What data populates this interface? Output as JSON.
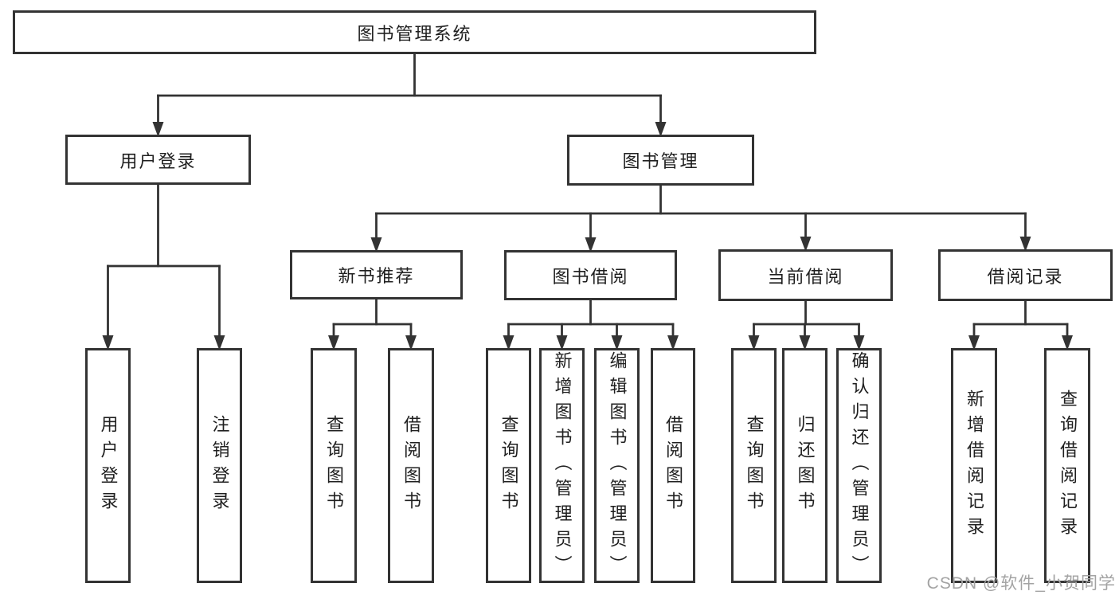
{
  "diagram_title": "图书管理系统",
  "nodes": [
    {
      "id": "root",
      "label": "图书管理系统",
      "level": 1
    },
    {
      "id": "user-login",
      "label": "用户登录",
      "level": 2
    },
    {
      "id": "book-mgmt",
      "label": "图书管理",
      "level": 2
    },
    {
      "id": "new-book",
      "label": "新书推荐",
      "level": 3
    },
    {
      "id": "book-borrow",
      "label": "图书借阅",
      "level": 3
    },
    {
      "id": "current-borrow",
      "label": "当前借阅",
      "level": 3
    },
    {
      "id": "borrow-record",
      "label": "借阅记录",
      "level": 3
    },
    {
      "id": "ul-login",
      "label": "用户登录",
      "level": 4
    },
    {
      "id": "ul-logout",
      "label": "注销登录",
      "level": 4
    },
    {
      "id": "nb-query",
      "label": "查询图书",
      "level": 4
    },
    {
      "id": "nb-borrow",
      "label": "借阅图书",
      "level": 4
    },
    {
      "id": "bb-query",
      "label": "查询图书",
      "level": 4
    },
    {
      "id": "bb-add",
      "label": "新增图书（管理员）",
      "level": 4
    },
    {
      "id": "bb-edit",
      "label": "编辑图书（管理员）",
      "level": 4
    },
    {
      "id": "bb-borrow",
      "label": "借阅图书",
      "level": 4
    },
    {
      "id": "cb-query",
      "label": "查询图书",
      "level": 4
    },
    {
      "id": "cb-return",
      "label": "归还图书",
      "level": 4
    },
    {
      "id": "cb-confirm",
      "label": "确认归还（管理员）",
      "level": 4
    },
    {
      "id": "br-add",
      "label": "新增借阅记录",
      "level": 4
    },
    {
      "id": "br-query",
      "label": "查询借阅记录",
      "level": 4
    }
  ],
  "edges": [
    {
      "from": "root",
      "to": [
        "user-login",
        "book-mgmt"
      ]
    },
    {
      "from": "user-login",
      "to": [
        "ul-login",
        "ul-logout"
      ]
    },
    {
      "from": "book-mgmt",
      "to": [
        "new-book",
        "book-borrow",
        "current-borrow",
        "borrow-record"
      ]
    },
    {
      "from": "new-book",
      "to": [
        "nb-query",
        "nb-borrow"
      ]
    },
    {
      "from": "book-borrow",
      "to": [
        "bb-query",
        "bb-add",
        "bb-edit",
        "bb-borrow"
      ]
    },
    {
      "from": "current-borrow",
      "to": [
        "cb-query",
        "cb-return",
        "cb-confirm"
      ]
    },
    {
      "from": "borrow-record",
      "to": [
        "br-add",
        "br-query"
      ]
    }
  ],
  "watermark": {
    "text": "CSDN @软件_小贺同学"
  },
  "colors": {
    "line": "#333333",
    "box_border": "#333333",
    "box_background": "#ffffff",
    "text": "#1f1f1f",
    "watermark": "#a3a3a3",
    "canvas_background": "#ffffff"
  }
}
